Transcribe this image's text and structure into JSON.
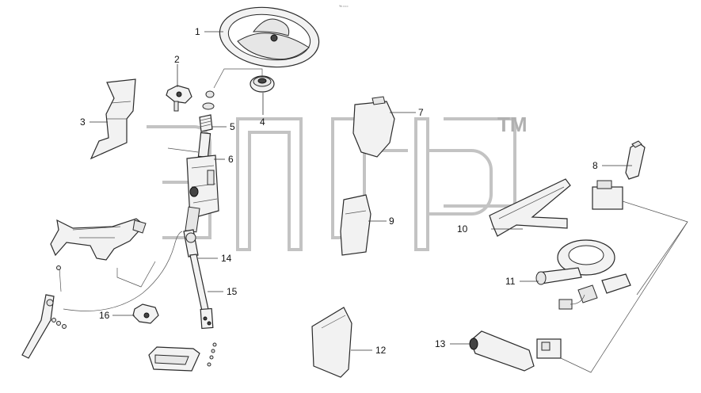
{
  "watermark": {
    "text": "элдр",
    "tm": "TM"
  },
  "scale_note": "% ===",
  "callouts": [
    "1",
    "2",
    "3",
    "4",
    "5",
    "6",
    "7",
    "8",
    "9",
    "10",
    "11",
    "12",
    "13",
    "14",
    "15",
    "16"
  ]
}
